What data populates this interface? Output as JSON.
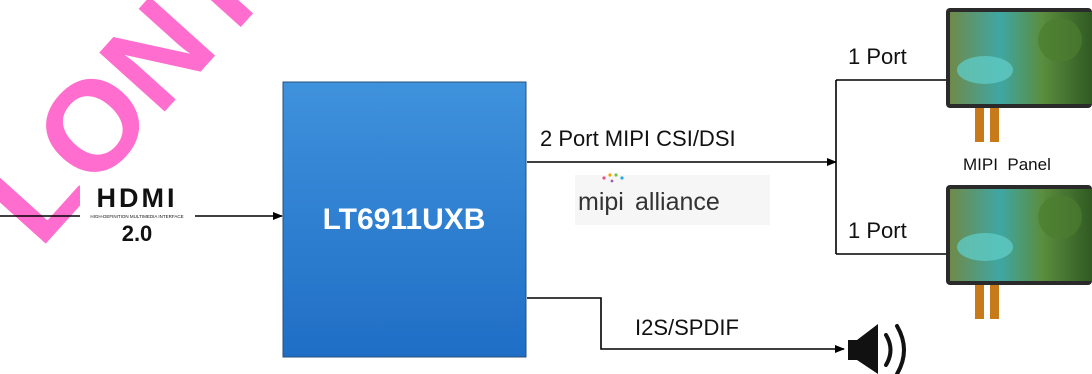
{
  "watermark": {
    "text": "LONTI",
    "color": "#ff66cc"
  },
  "hdmi": {
    "logo": "HDMI",
    "subtitle": "HIGH-DEFINITION MULTIMEDIA INTERFACE",
    "version": "2.0"
  },
  "chip": {
    "label": "LT6911UXB",
    "fill_top": "#3f92dc",
    "fill_bottom": "#1f6ec6"
  },
  "mipi_link": {
    "label": "2 Port MIPI CSI/DSI",
    "logo_mipi": "mipi",
    "logo_alliance": "alliance"
  },
  "audio_link": {
    "label": "I2S/SPDIF"
  },
  "ports": [
    {
      "label": "1 Port"
    },
    {
      "label": "1 Port"
    }
  ],
  "panel_caption": "MIPI  Panel",
  "icons": {
    "speaker": "speaker-icon"
  }
}
